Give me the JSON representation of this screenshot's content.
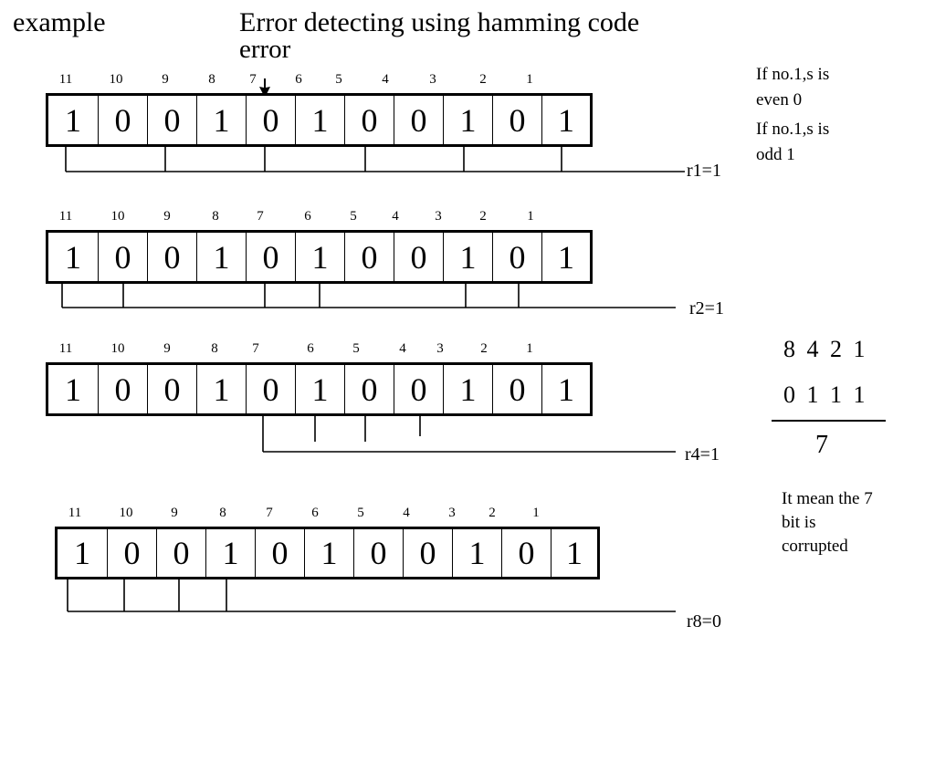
{
  "headings": {
    "example": "example",
    "title": "Error detecting using hamming code",
    "error": "error"
  },
  "icons": {
    "error_arrow": "down-arrow-icon"
  },
  "bit_indices": [
    "11",
    "10",
    "9",
    "8",
    "7",
    "6",
    "5",
    "4",
    "3",
    "2",
    "1"
  ],
  "rows": [
    {
      "id": "r1",
      "result_label": "r1=1",
      "bits": [
        "1",
        "0",
        "0",
        "1",
        "0",
        "1",
        "0",
        "0",
        "1",
        "0",
        "1"
      ],
      "checked_indices": [
        "11",
        "9",
        "7",
        "5",
        "3",
        "1"
      ]
    },
    {
      "id": "r2",
      "result_label": "r2=1",
      "bits": [
        "1",
        "0",
        "0",
        "1",
        "0",
        "1",
        "0",
        "0",
        "1",
        "0",
        "1"
      ],
      "checked_indices": [
        "11",
        "10",
        "7",
        "6",
        "3",
        "2"
      ]
    },
    {
      "id": "r4",
      "result_label": "r4=1",
      "bits": [
        "1",
        "0",
        "0",
        "1",
        "0",
        "1",
        "0",
        "0",
        "1",
        "0",
        "1"
      ],
      "checked_indices": [
        "7",
        "6",
        "5",
        "4"
      ]
    },
    {
      "id": "r8",
      "result_label": "r8=0",
      "bits": [
        "1",
        "0",
        "0",
        "1",
        "0",
        "1",
        "0",
        "0",
        "1",
        "0",
        "1"
      ],
      "checked_indices": [
        "11",
        "10",
        "9",
        "8"
      ]
    }
  ],
  "side_panel": {
    "rule_even": "If no.1,s is\neven 0",
    "rule_odd": "If no.1,s is\nodd 1",
    "calc_weights": "8 4 2 1",
    "calc_bits": "0 1 1 1",
    "calc_result": "7",
    "conclusion": "It mean the 7\nbit is\ncorrupted"
  }
}
